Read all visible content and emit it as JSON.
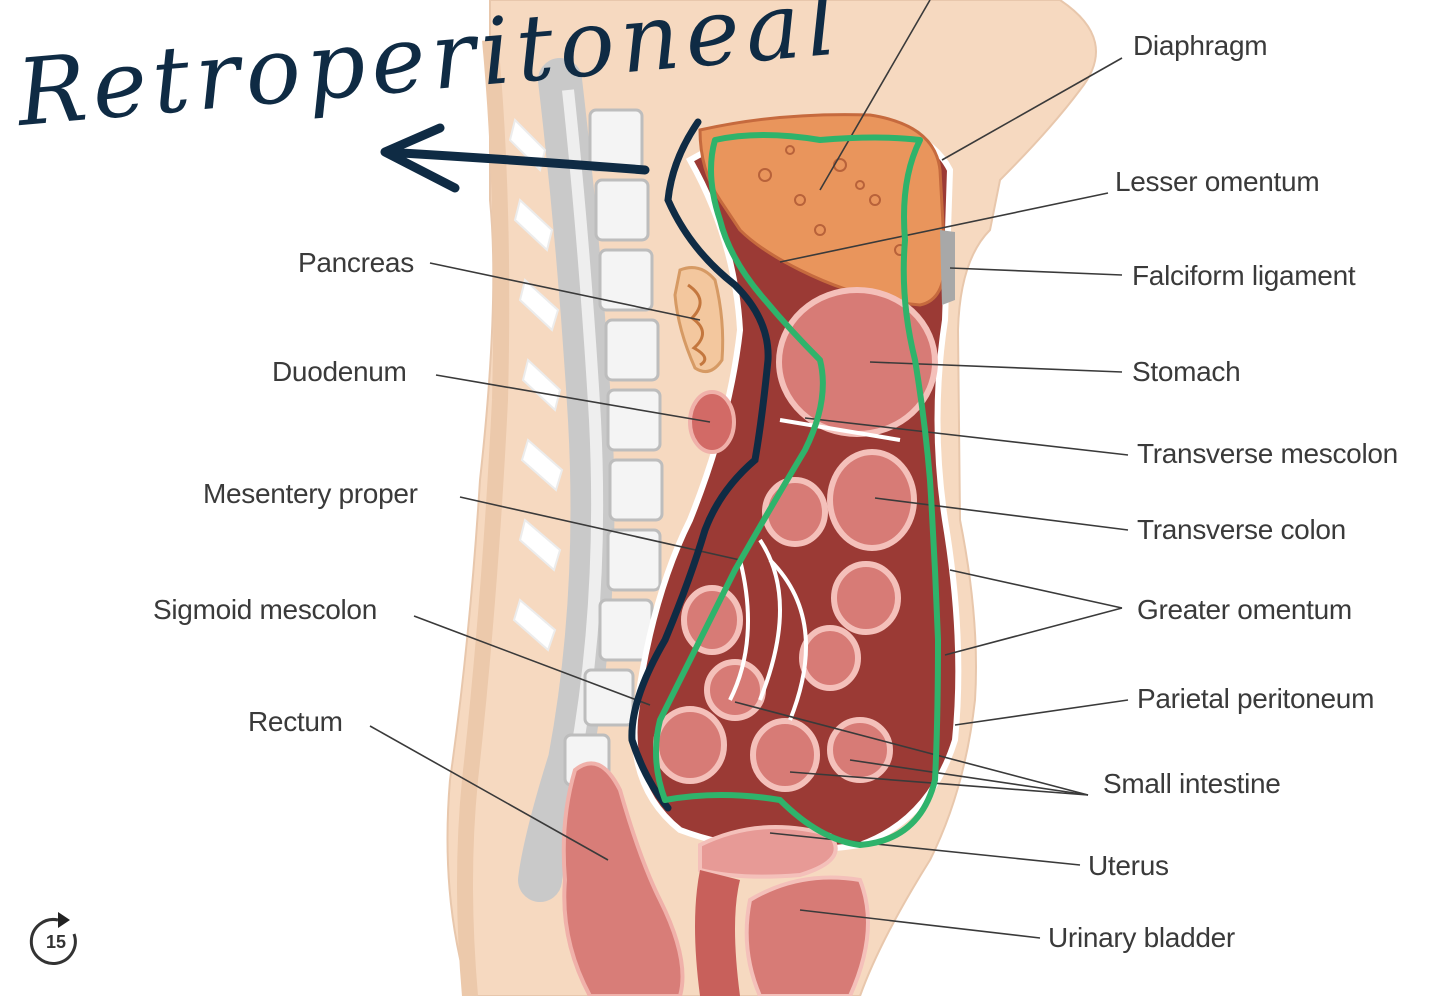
{
  "annotation": {
    "handwritten_text": "Retroperitoneal",
    "arrow_color": "#0f2b44",
    "outline_color_green": "#2fb36b"
  },
  "labels": {
    "diaphragm": "Diaphragm",
    "lesser_omentum": "Lesser omentum",
    "falciform_ligament": "Falciform ligament",
    "stomach": "Stomach",
    "transverse_mescolon": "Transverse mescolon",
    "transverse_colon": "Transverse colon",
    "greater_omentum": "Greater omentum",
    "parietal_peritoneum": "Parietal peritoneum",
    "small_intestine": "Small intestine",
    "uterus": "Uterus",
    "urinary_bladder": "Urinary bladder",
    "pancreas": "Pancreas",
    "duodenum": "Duodenum",
    "mesentery_proper": "Mesentery proper",
    "sigmoid_mescolon": "Sigmoid mescolon",
    "rectum": "Rectum"
  },
  "player": {
    "replay_seconds": "15"
  },
  "colors": {
    "skin": "#f6d9c0",
    "liver": "#e9955c",
    "organ_dark": "#9b3a35",
    "organ_light": "#e79a96",
    "spine": "#d9d9d9"
  }
}
